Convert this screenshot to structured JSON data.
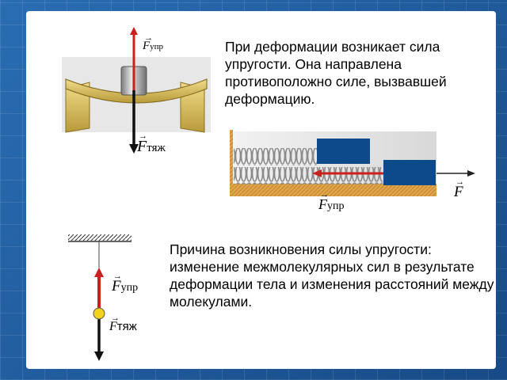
{
  "slide": {
    "text_top": "При деформации возникает сила упругости. Она направлена противоположно силе, вызвавшей деформацию.",
    "text_bottom": "Причина возникновения силы упругости: изменение межмолекулярных сил в результате деформации тела и изменения расстояний между молекулами.",
    "figure_beam": {
      "force_up_sub": "упр",
      "force_down_sub": "тяж"
    },
    "figure_spring": {
      "force_applied_label": "F",
      "force_elastic_sub": "упр"
    },
    "figure_pendulum": {
      "force_up_sub": "упр",
      "force_down_sub": "тяж"
    },
    "force_symbol": "F",
    "colors": {
      "elastic_force": "#cc1f1f",
      "gravity_force": "#111111",
      "block": "#0d4a8a",
      "ball": "#f2d21c",
      "ground": "#e3a545"
    }
  }
}
